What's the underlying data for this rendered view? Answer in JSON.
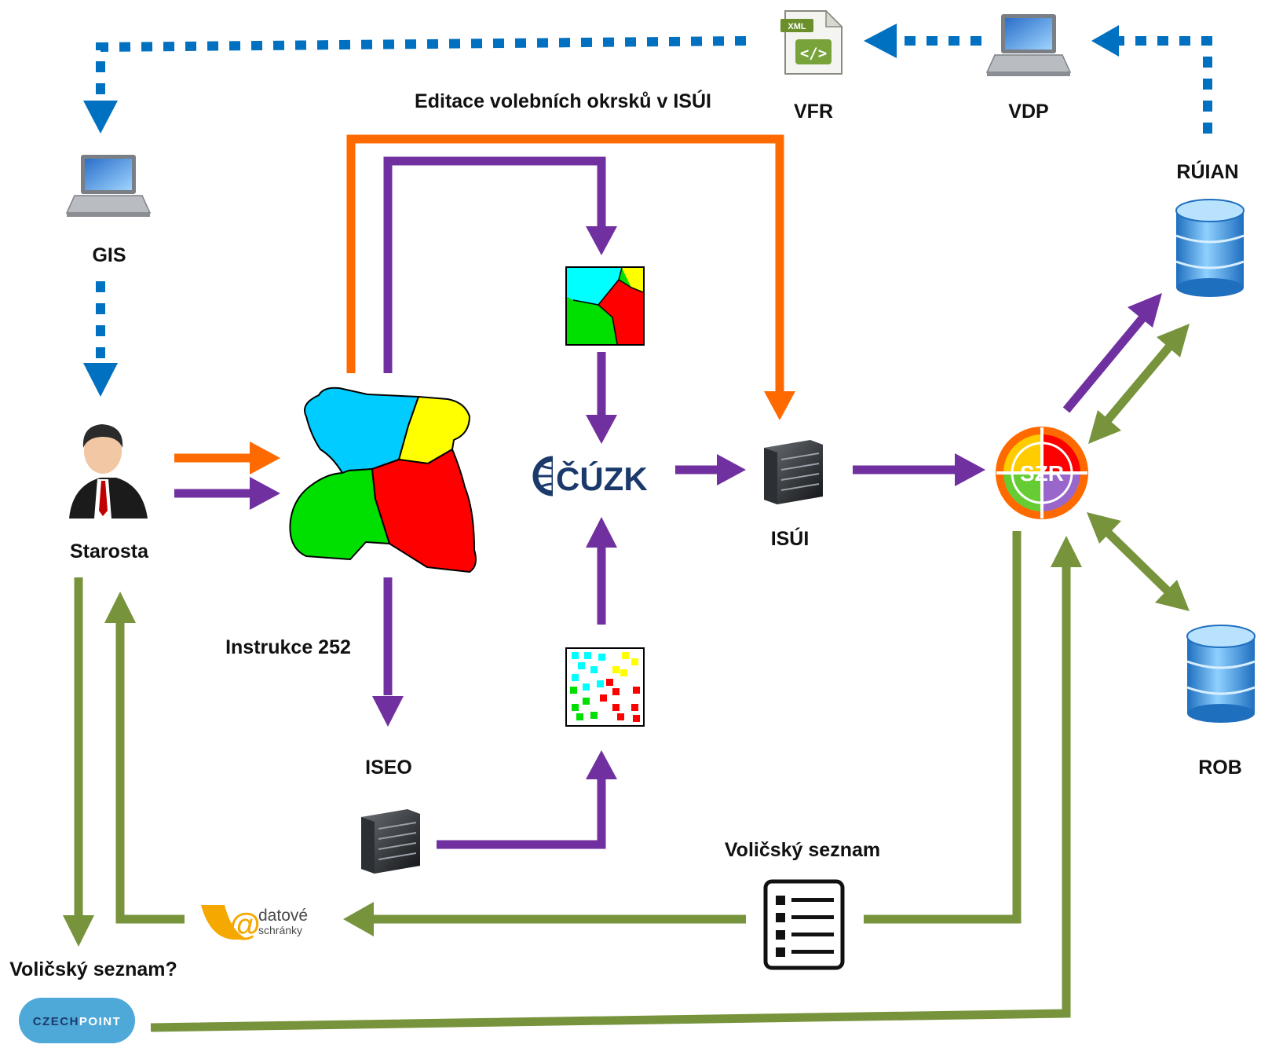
{
  "labels": {
    "vfr": "VFR",
    "vdp": "VDP",
    "ruian": "RÚIAN",
    "gis": "GIS",
    "edit_title": "Editace volebních okrsků v ISÚI",
    "starosta": "Starosta",
    "instrukce": "Instrukce 252",
    "iseo": "ISEO",
    "isui": "ISÚI",
    "rob": "ROB",
    "volicsky_seznam": "Voličský seznam",
    "volicsky_seznam_q": "Voličský seznam?"
  },
  "logos": {
    "cuzk_text": "ČÚZK",
    "szr_text": "SZR",
    "xml_tag": "XML",
    "xml_glyph": "</>",
    "datove_line1": "datové",
    "datove_line2": "schránky",
    "czechpoint_a": "CZECH",
    "czechpoint_b": "POINT"
  },
  "colors": {
    "orange": "#ff6a00",
    "purple": "#7030a0",
    "green": "#77933c",
    "blue_dotted": "#0070c0",
    "region_cyan": "#00ccff",
    "region_yellow": "#ffff00",
    "region_green": "#00e000",
    "region_red": "#ff0000"
  },
  "icons": [
    "laptop-icon",
    "xml-file-icon",
    "database-icon",
    "server-icon",
    "user-icon",
    "list-icon",
    "map-icon",
    "points-map-icon"
  ]
}
